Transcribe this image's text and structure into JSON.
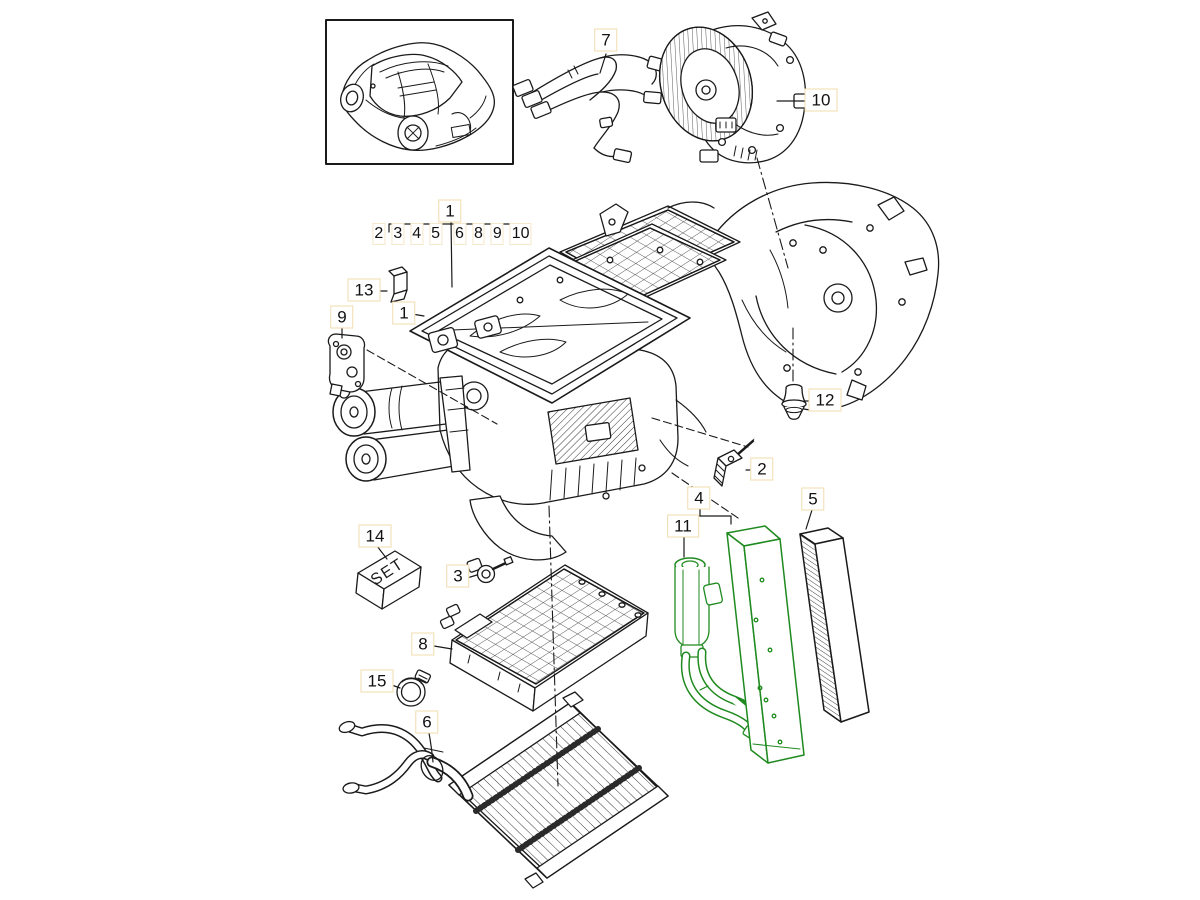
{
  "diagram": {
    "type": "exploded-parts-diagram",
    "subject": "vehicle HVAC air-conditioner unit",
    "background": "#ffffff",
    "line_color": "#1a1a1a",
    "highlight_part_color": "#1f8a1f",
    "callout_box_border_color": "#f0dcae",
    "legend": {
      "main": "1",
      "sub_items": [
        "2",
        "3",
        "4",
        "5",
        "6",
        "8",
        "9",
        "10"
      ]
    },
    "callouts": {
      "n1": "1",
      "n2": "2",
      "n3": "3",
      "n4": "4",
      "n5": "5",
      "n6": "6",
      "n7": "7",
      "n8": "8",
      "n9": "9",
      "n10": "10",
      "n11": "11",
      "n12": "12",
      "n13": "13",
      "n14": "14",
      "n15": "15"
    },
    "set_box_label": "SET"
  }
}
